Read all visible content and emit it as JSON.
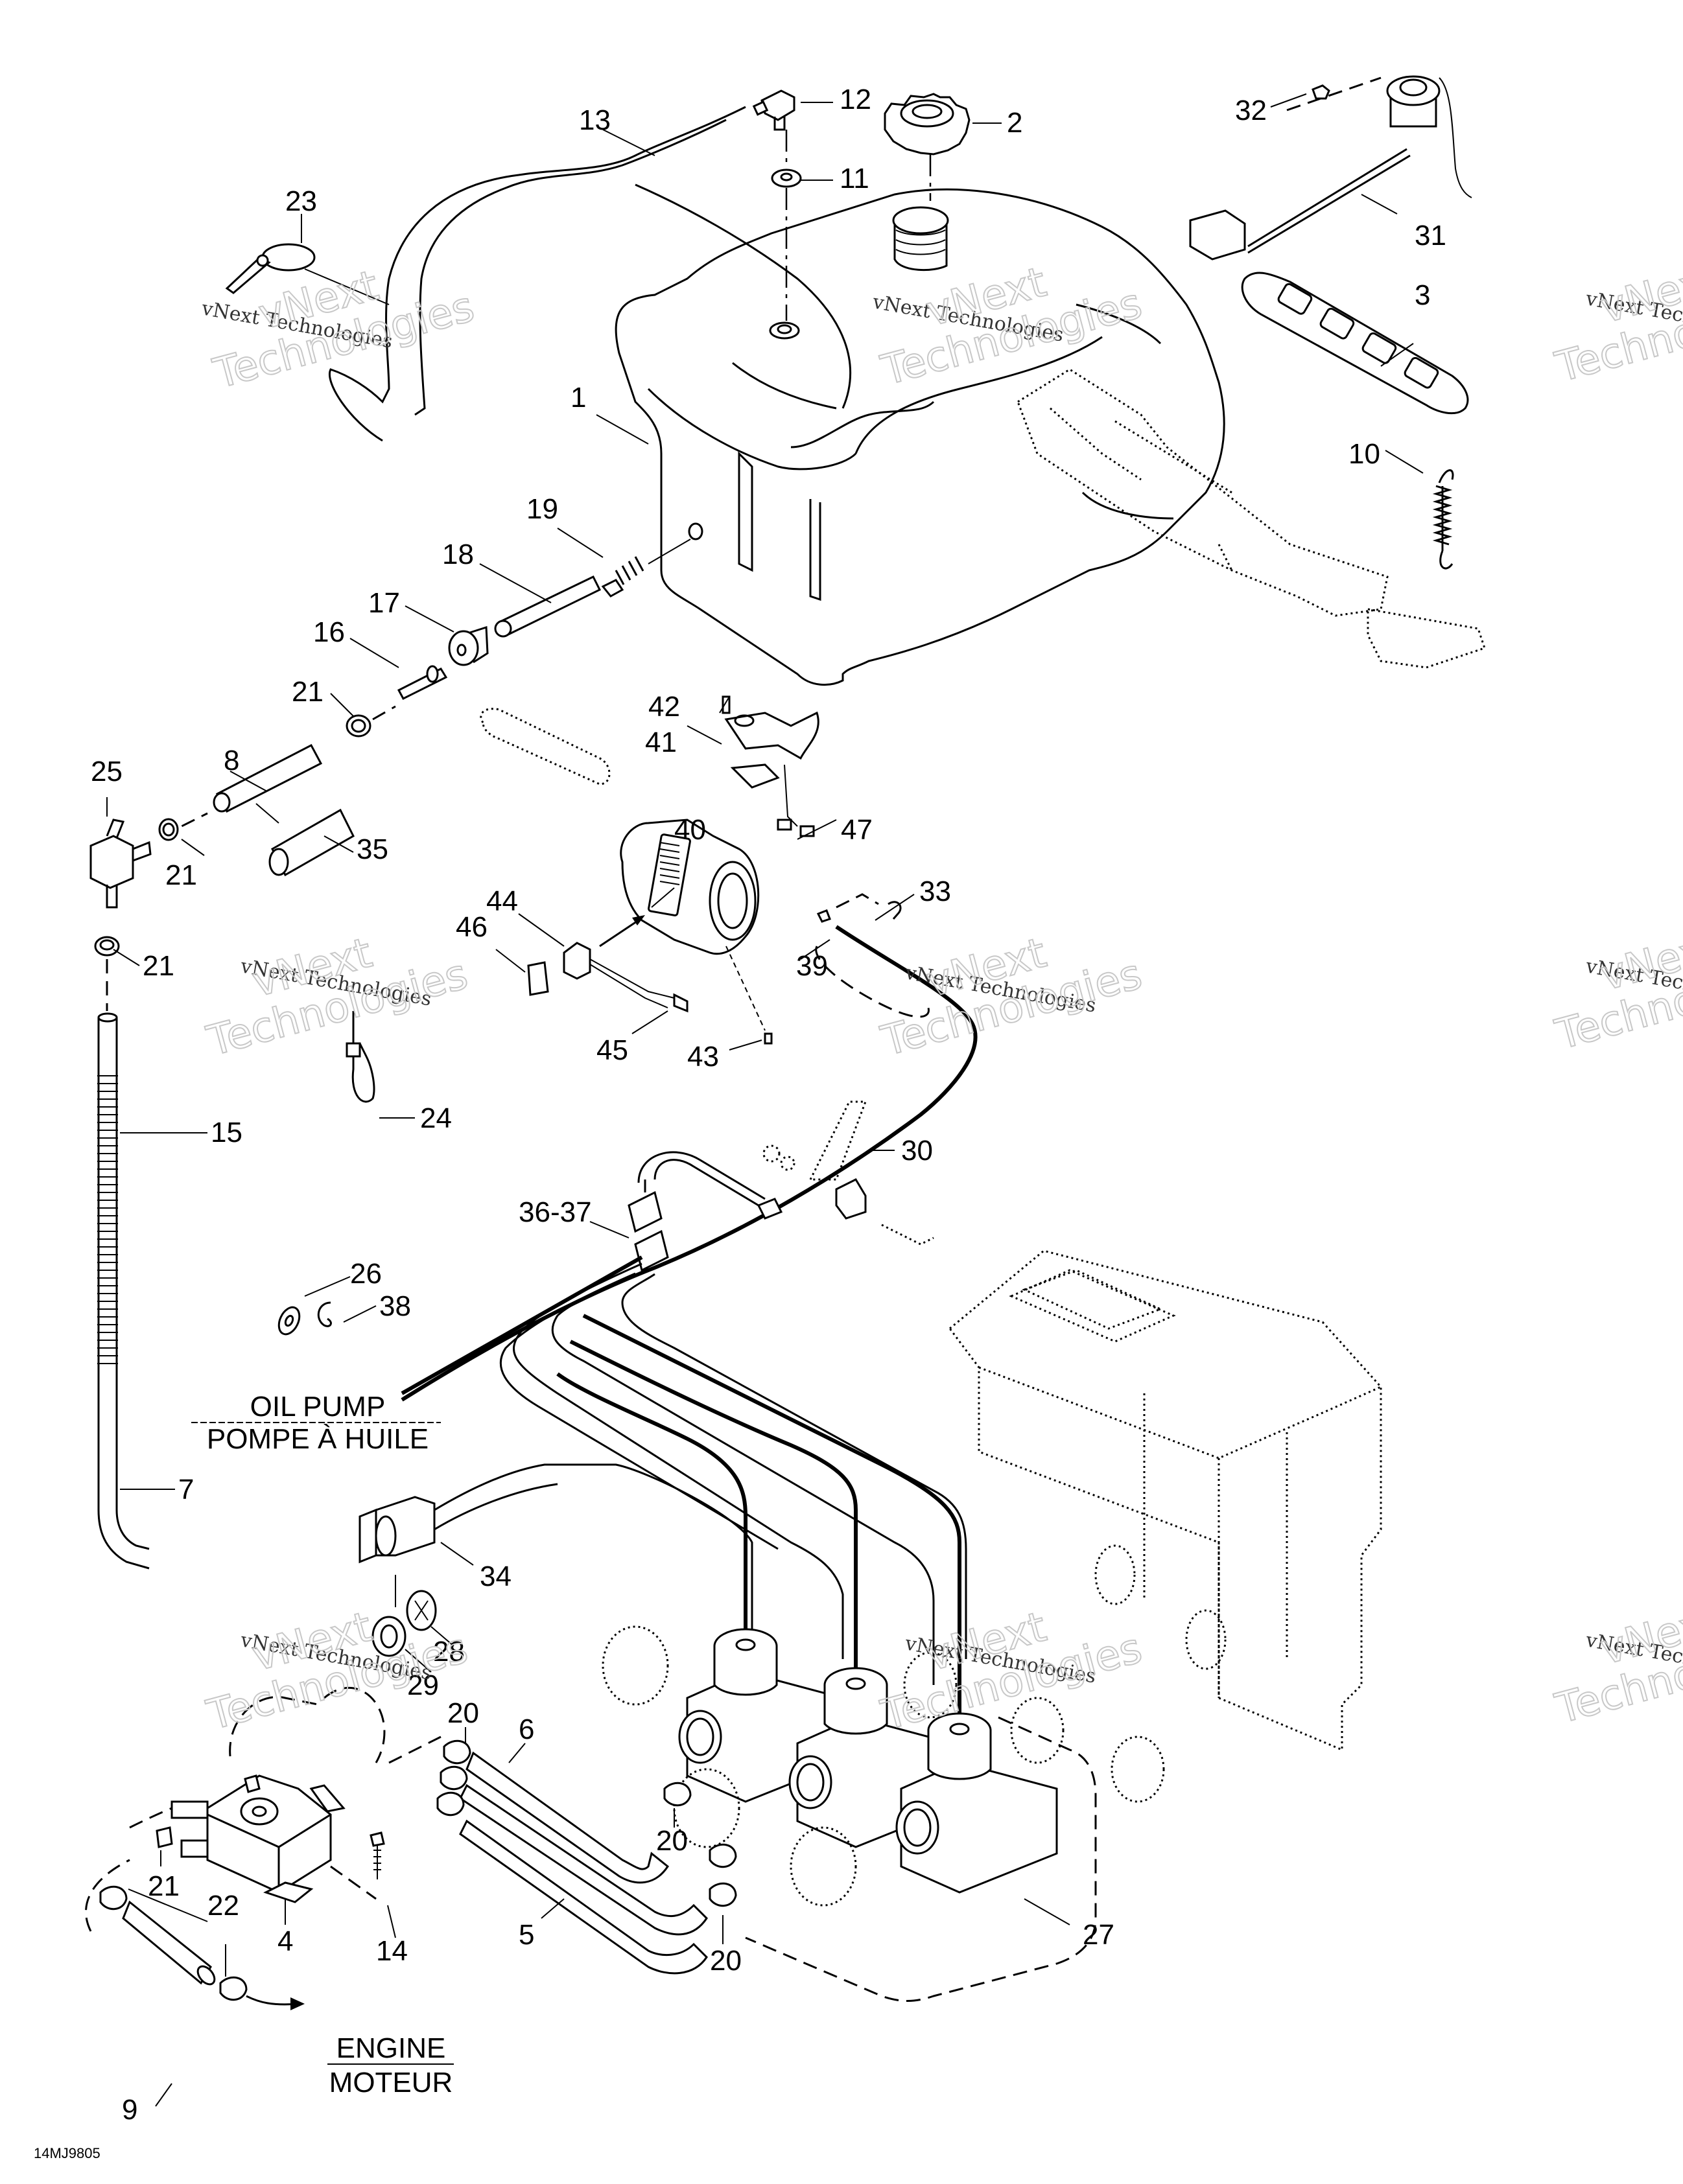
{
  "diagram": {
    "title": "Fuel system exploded parts diagram",
    "drawing_code": "14MJ9805",
    "callouts": {
      "c1": "1",
      "c2": "2",
      "c3": "3",
      "c4": "4",
      "c5": "5",
      "c6": "6",
      "c7": "7",
      "c8": "8",
      "c9": "9",
      "c10": "10",
      "c11": "11",
      "c12": "12",
      "c13": "13",
      "c14": "14",
      "c15": "15",
      "c16": "16",
      "c17": "17",
      "c18": "18",
      "c19": "19",
      "c20": "20",
      "c21": "21",
      "c22": "22",
      "c23": "23",
      "c24": "24",
      "c25": "25",
      "c26": "26",
      "c27": "27",
      "c28": "28",
      "c29": "29",
      "c30": "30",
      "c31": "31",
      "c32": "32",
      "c33": "33",
      "c34": "34",
      "c35": "35",
      "c36_37": "36-37",
      "c38": "38",
      "c39": "39",
      "c40": "40",
      "c41": "41",
      "c42": "42",
      "c43": "43",
      "c44": "44",
      "c45": "45",
      "c46": "46",
      "c47": "47"
    },
    "notes": {
      "oil_pump_en": "OIL PUMP",
      "oil_pump_fr": "POMPE À HUILE",
      "engine_en": "ENGINE",
      "engine_fr": "MOTEUR"
    },
    "watermark": {
      "line1": "vNext Technologies",
      "line2a": "vNext",
      "line2b": "Technologies"
    }
  }
}
